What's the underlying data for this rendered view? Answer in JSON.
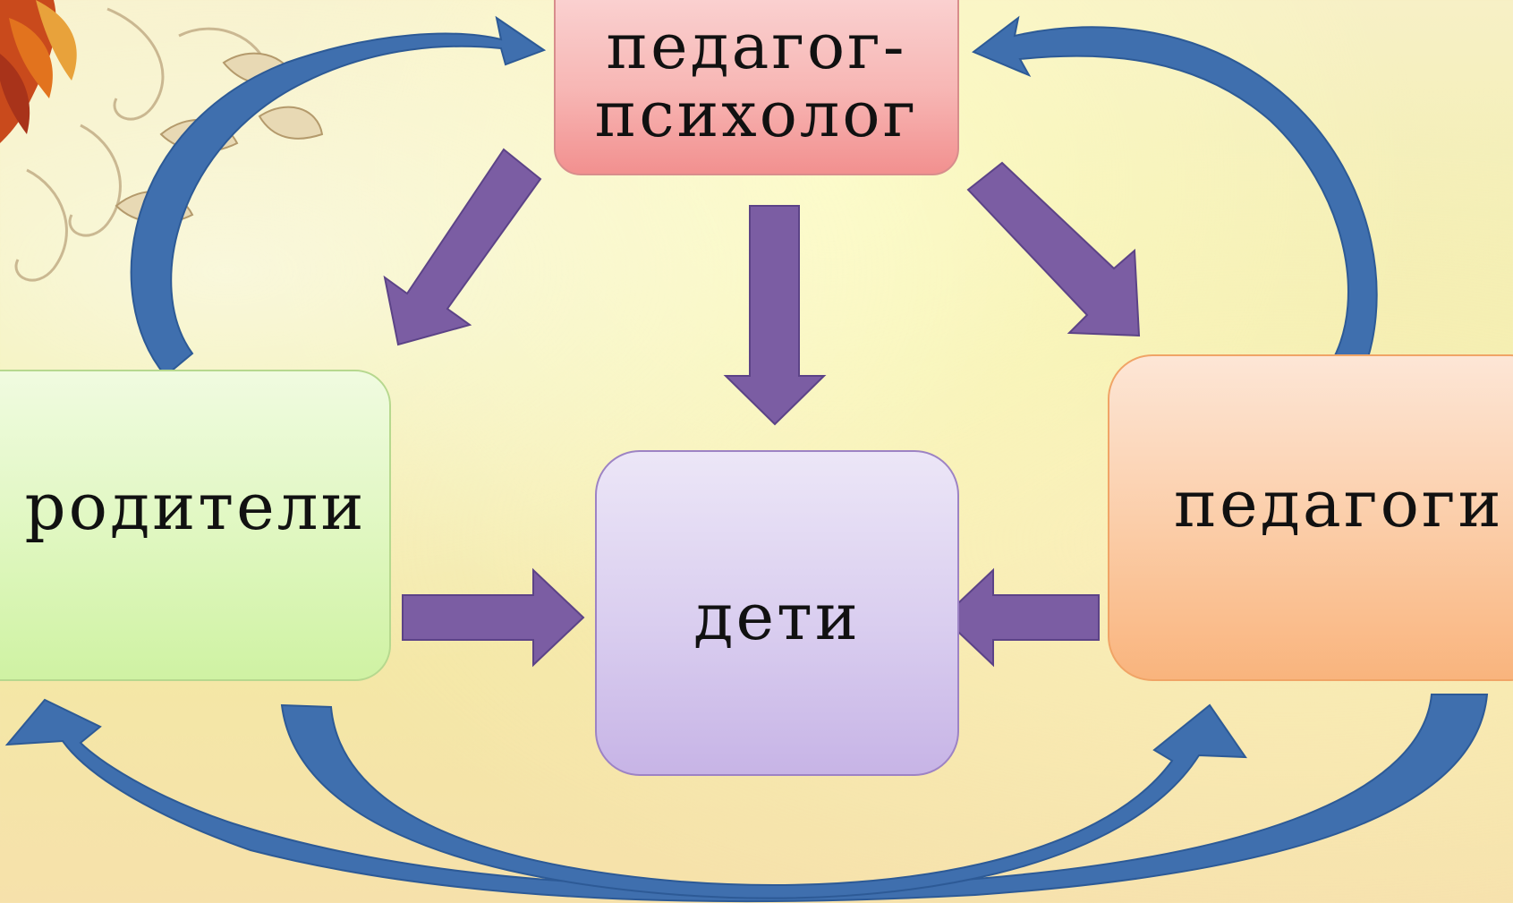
{
  "diagram": {
    "nodes": {
      "top": "педагог-\nпсихолог",
      "left": "родители",
      "center": "дети",
      "right": "педагоги"
    }
  },
  "colors": {
    "curved_arrows": "#3f6fae",
    "straight_arrows": "#7b5da3",
    "top_box": "#f7b6b4",
    "left_box": "#dff7bf",
    "center_box": "#d9cdef",
    "right_box": "#fbcca6"
  }
}
